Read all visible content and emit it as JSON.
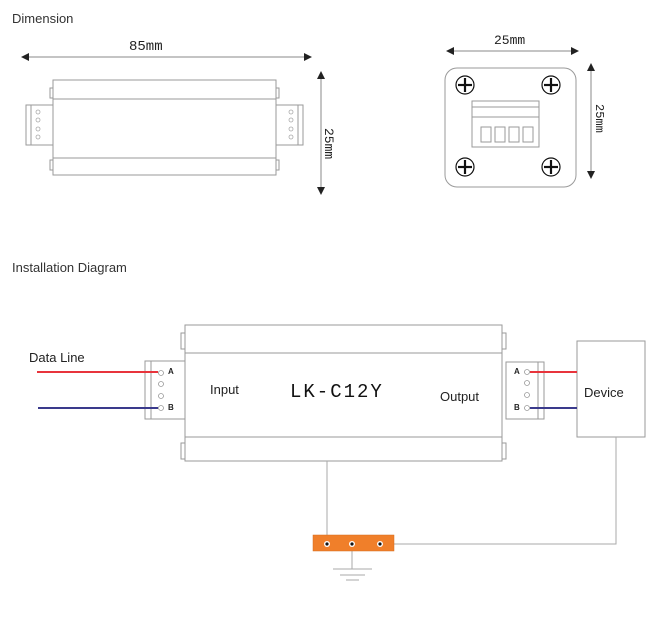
{
  "sections": {
    "dimension_title": "Dimension",
    "installation_title": "Installation Diagram"
  },
  "dimension": {
    "side_view_width": "85mm",
    "side_view_height": "25mm",
    "end_view_width": "25mm",
    "end_view_height": "25mm",
    "end_view_terminal_slots": 4,
    "side_view_terminal_screws_per_side": 4
  },
  "installation": {
    "data_line_label": "Data Line",
    "device_model": "LK-C12Y",
    "input_label": "Input",
    "output_label": "Output",
    "device_label": "Device",
    "input_terminals": [
      "A",
      "",
      "",
      "B"
    ],
    "output_terminals": [
      "A",
      "",
      "",
      "B"
    ],
    "ground_bar_screws": 3
  },
  "colors": {
    "wire_a": "#e8343c",
    "wire_b": "#3a3a8c",
    "ground_bar": "#f07f2a",
    "outline": "#9a9a9a"
  }
}
